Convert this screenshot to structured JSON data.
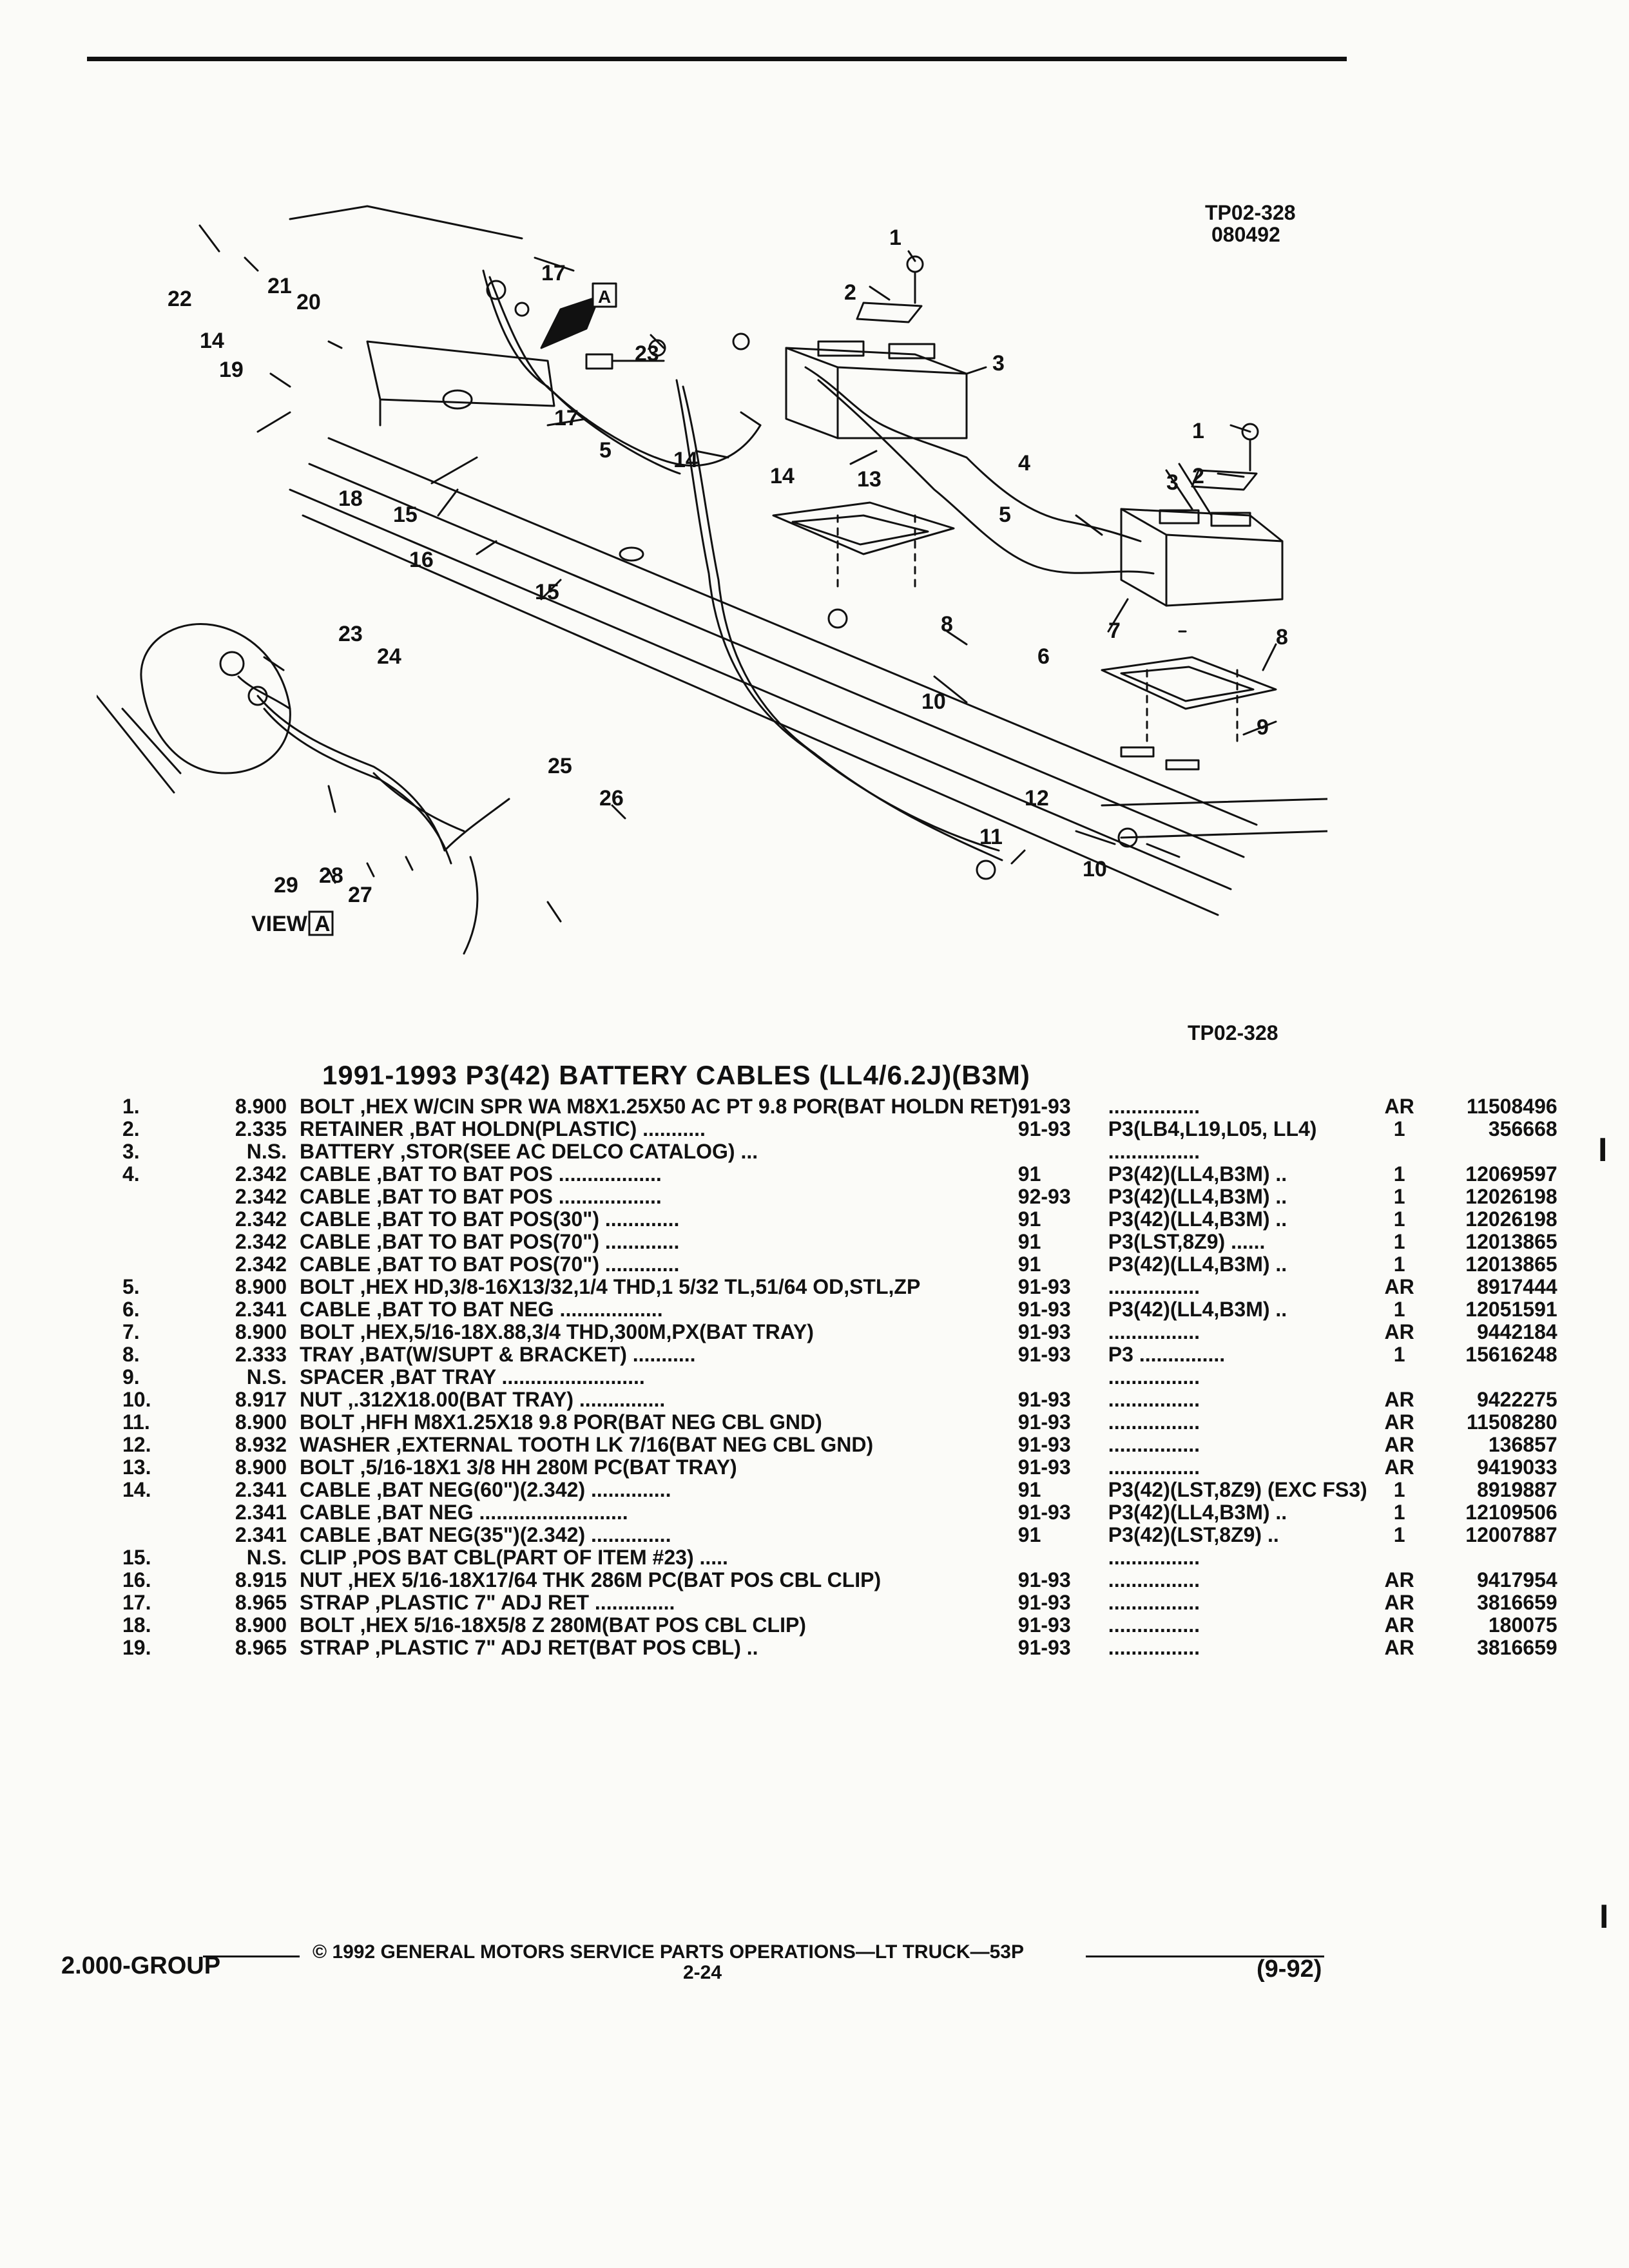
{
  "figure": {
    "code_top": "TP02-328",
    "date_code": "080492",
    "code_bottom": "TP02-328",
    "view_label": "VIEW",
    "view_letter": "A",
    "arrow_letter": "A"
  },
  "callouts": [
    {
      "id": "c1a",
      "text": "1"
    },
    {
      "id": "c2a",
      "text": "2"
    },
    {
      "id": "c3a",
      "text": "3"
    },
    {
      "id": "c1b",
      "text": "1"
    },
    {
      "id": "c2b",
      "text": "2"
    },
    {
      "id": "c3b",
      "text": "3"
    },
    {
      "id": "c4",
      "text": "4"
    },
    {
      "id": "c5a",
      "text": "5"
    },
    {
      "id": "c5b",
      "text": "5"
    },
    {
      "id": "c6",
      "text": "6"
    },
    {
      "id": "c7",
      "text": "7"
    },
    {
      "id": "c8a",
      "text": "8"
    },
    {
      "id": "c8b",
      "text": "8"
    },
    {
      "id": "c9",
      "text": "9"
    },
    {
      "id": "c10a",
      "text": "10"
    },
    {
      "id": "c10b",
      "text": "10"
    },
    {
      "id": "c11",
      "text": "11"
    },
    {
      "id": "c12",
      "text": "12"
    },
    {
      "id": "c13",
      "text": "13"
    },
    {
      "id": "c14a",
      "text": "14"
    },
    {
      "id": "c14b",
      "text": "14"
    },
    {
      "id": "c14c",
      "text": "14"
    },
    {
      "id": "c15a",
      "text": "15"
    },
    {
      "id": "c15b",
      "text": "15"
    },
    {
      "id": "c16",
      "text": "16"
    },
    {
      "id": "c17a",
      "text": "17"
    },
    {
      "id": "c17b",
      "text": "17"
    },
    {
      "id": "c18",
      "text": "18"
    },
    {
      "id": "c19",
      "text": "19"
    },
    {
      "id": "c20",
      "text": "20"
    },
    {
      "id": "c21",
      "text": "21"
    },
    {
      "id": "c22",
      "text": "22"
    },
    {
      "id": "c23a",
      "text": "23"
    },
    {
      "id": "c23b",
      "text": "23"
    },
    {
      "id": "c24",
      "text": "24"
    },
    {
      "id": "c25",
      "text": "25"
    },
    {
      "id": "c26",
      "text": "26"
    },
    {
      "id": "c27",
      "text": "27"
    },
    {
      "id": "c28",
      "text": "28"
    },
    {
      "id": "c29",
      "text": "29"
    }
  ],
  "section_title": "1991-1993 P3(42) BATTERY CABLES (LL4/6.2J)(B3M)",
  "rows": [
    {
      "item": "1.",
      "group": "8.900",
      "desc": "BOLT ,HEX W/CIN SPR WA M8X1.25X50 AC PT 9.8 POR(BAT HOLDN RET)",
      "years": "91-93",
      "usage": "................",
      "qty": "AR",
      "part": "11508496"
    },
    {
      "item": "2.",
      "group": "2.335",
      "desc": "RETAINER ,BAT HOLDN(PLASTIC) ...........",
      "years": "91-93",
      "usage": "P3(LB4,L19,L05, LL4)",
      "qty": "1",
      "part": "356668"
    },
    {
      "item": "3.",
      "group": "N.S.",
      "desc": "BATTERY ,STOR(SEE AC DELCO CATALOG) ...",
      "years": "",
      "usage": "................",
      "qty": "",
      "part": ""
    },
    {
      "item": "4.",
      "group": "2.342",
      "desc": "CABLE ,BAT TO BAT POS ..................",
      "years": "91",
      "usage": "P3(42)(LL4,B3M) ..",
      "qty": "1",
      "part": "12069597"
    },
    {
      "item": "",
      "group": "2.342",
      "desc": "CABLE ,BAT TO BAT POS ..................",
      "years": "92-93",
      "usage": "P3(42)(LL4,B3M) ..",
      "qty": "1",
      "part": "12026198"
    },
    {
      "item": "",
      "group": "2.342",
      "desc": "CABLE ,BAT TO BAT POS(30\") .............",
      "years": "91",
      "usage": "P3(42)(LL4,B3M) ..",
      "qty": "1",
      "part": "12026198"
    },
    {
      "item": "",
      "group": "2.342",
      "desc": "CABLE ,BAT TO BAT POS(70\") .............",
      "years": "91",
      "usage": "P3(LST,8Z9) ......",
      "qty": "1",
      "part": "12013865"
    },
    {
      "item": "",
      "group": "2.342",
      "desc": "CABLE ,BAT TO BAT POS(70\") .............",
      "years": "91",
      "usage": "P3(42)(LL4,B3M) ..",
      "qty": "1",
      "part": "12013865"
    },
    {
      "item": "5.",
      "group": "8.900",
      "desc": "BOLT ,HEX HD,3/8-16X13/32,1/4 THD,1 5/32 TL,51/64 OD,STL,ZP",
      "years": "91-93",
      "usage": "................",
      "qty": "AR",
      "part": "8917444"
    },
    {
      "item": "6.",
      "group": "2.341",
      "desc": "CABLE ,BAT TO BAT NEG ..................",
      "years": "91-93",
      "usage": "P3(42)(LL4,B3M) ..",
      "qty": "1",
      "part": "12051591"
    },
    {
      "item": "7.",
      "group": "8.900",
      "desc": "BOLT ,HEX,5/16-18X.88,3/4 THD,300M,PX(BAT TRAY)",
      "years": "91-93",
      "usage": "................",
      "qty": "AR",
      "part": "9442184"
    },
    {
      "item": "8.",
      "group": "2.333",
      "desc": "TRAY ,BAT(W/SUPT & BRACKET) ...........",
      "years": "91-93",
      "usage": "P3 ...............",
      "qty": "1",
      "part": "15616248"
    },
    {
      "item": "9.",
      "group": "N.S.",
      "desc": "SPACER ,BAT TRAY .........................",
      "years": "",
      "usage": "................",
      "qty": "",
      "part": ""
    },
    {
      "item": "10.",
      "group": "8.917",
      "desc": "NUT ,.312X18.00(BAT TRAY) ...............",
      "years": "91-93",
      "usage": "................",
      "qty": "AR",
      "part": "9422275"
    },
    {
      "item": "11.",
      "group": "8.900",
      "desc": "BOLT ,HFH M8X1.25X18 9.8 POR(BAT NEG CBL GND)",
      "years": "91-93",
      "usage": "................",
      "qty": "AR",
      "part": "11508280"
    },
    {
      "item": "12.",
      "group": "8.932",
      "desc": "WASHER ,EXTERNAL TOOTH LK 7/16(BAT NEG CBL GND)",
      "years": "91-93",
      "usage": "................",
      "qty": "AR",
      "part": "136857"
    },
    {
      "item": "13.",
      "group": "8.900",
      "desc": "BOLT ,5/16-18X1 3/8 HH 280M PC(BAT TRAY)",
      "years": "91-93",
      "usage": "................",
      "qty": "AR",
      "part": "9419033"
    },
    {
      "item": "14.",
      "group": "2.341",
      "desc": "CABLE ,BAT NEG(60\")(2.342) ..............",
      "years": "91",
      "usage": "P3(42)(LST,8Z9) (EXC FS3)",
      "qty": "1",
      "part": "8919887"
    },
    {
      "item": "",
      "group": "2.341",
      "desc": "CABLE ,BAT NEG ..........................",
      "years": "91-93",
      "usage": "P3(42)(LL4,B3M) ..",
      "qty": "1",
      "part": "12109506"
    },
    {
      "item": "",
      "group": "2.341",
      "desc": "CABLE ,BAT NEG(35\")(2.342) ..............",
      "years": "91",
      "usage": "P3(42)(LST,8Z9) ..",
      "qty": "1",
      "part": "12007887"
    },
    {
      "item": "15.",
      "group": "N.S.",
      "desc": "CLIP ,POS BAT CBL(PART OF ITEM #23) .....",
      "years": "",
      "usage": "................",
      "qty": "",
      "part": ""
    },
    {
      "item": "16.",
      "group": "8.915",
      "desc": "NUT ,HEX 5/16-18X17/64 THK 286M PC(BAT POS CBL CLIP)",
      "years": "91-93",
      "usage": "................",
      "qty": "AR",
      "part": "9417954"
    },
    {
      "item": "17.",
      "group": "8.965",
      "desc": "STRAP ,PLASTIC 7\" ADJ RET ..............",
      "years": "91-93",
      "usage": "................",
      "qty": "AR",
      "part": "3816659"
    },
    {
      "item": "18.",
      "group": "8.900",
      "desc": "BOLT ,HEX 5/16-18X5/8 Z 280M(BAT POS CBL CLIP)",
      "years": "91-93",
      "usage": "................",
      "qty": "AR",
      "part": "180075"
    },
    {
      "item": "19.",
      "group": "8.965",
      "desc": "STRAP ,PLASTIC 7\" ADJ RET(BAT POS CBL) ..",
      "years": "91-93",
      "usage": "................",
      "qty": "AR",
      "part": "3816659"
    }
  ],
  "footer": {
    "copyright": "© 1992 GENERAL MOTORS SERVICE PARTS OPERATIONS—LT TRUCK—53P",
    "group": "2.000-GROUP",
    "page": "2-24",
    "date": "(9-92)"
  },
  "edge_marks": [
    "I",
    "I"
  ]
}
